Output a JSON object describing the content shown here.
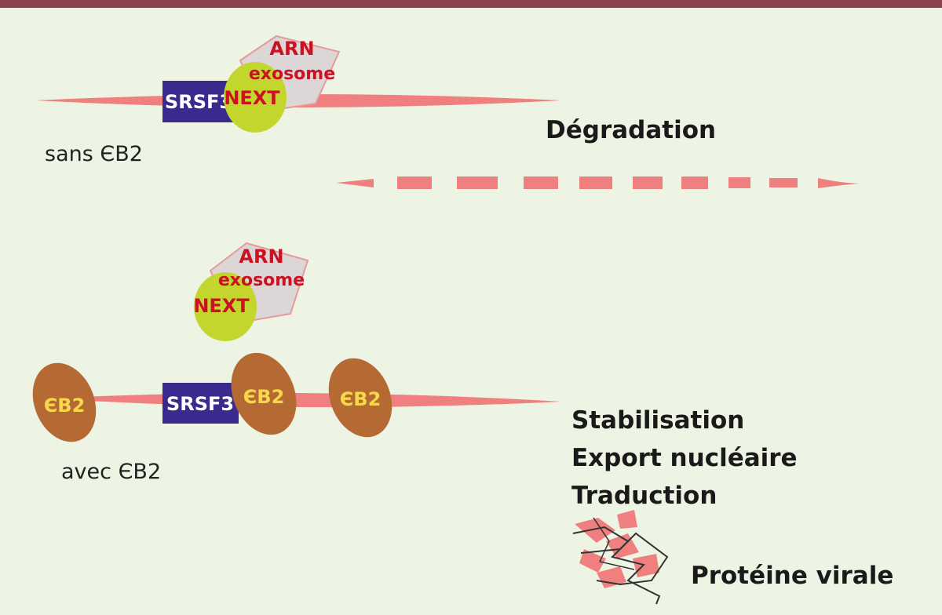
{
  "top_panel": {
    "complex_arn": "ARN",
    "complex_exosome": "exosome",
    "next_label": "NEXT",
    "srsf3_label": "SRSF3",
    "condition_label": "sans ЄB2",
    "outcome_label": "Dégradation"
  },
  "bottom_panel": {
    "complex_arn": "ARN",
    "complex_exosome": "exosome",
    "next_label": "NEXT",
    "srsf3_label": "SRSF3",
    "eb2_labels": [
      "ЄB2",
      "ЄB2",
      "ЄB2"
    ],
    "condition_label": "avec ЄB2",
    "outcomes": [
      "Stabilisation",
      "Export nucléaire",
      "Traduction"
    ],
    "protein_label": "Protéine virale"
  },
  "colors": {
    "background": "#eef4e4",
    "top_bar": "#8c4452",
    "rna": "#f08080",
    "srsf3": "#3b2a8e",
    "next": "#c2d62e",
    "exosome": "#ddd6d6",
    "complex_text": "#cc1122",
    "eb2": "#b56a33",
    "eb2_text": "#f6d84a"
  }
}
